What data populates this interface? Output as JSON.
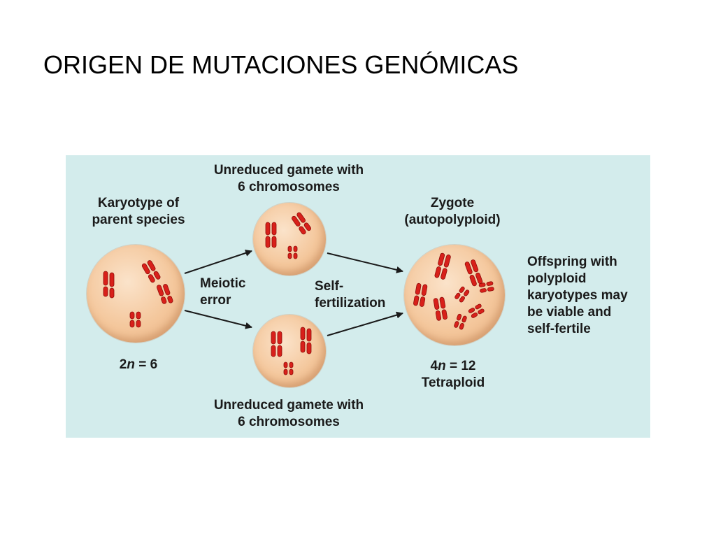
{
  "slide": {
    "title": "ORIGEN DE MUTACIONES GENÓMICAS"
  },
  "figure": {
    "parent_label": [
      "Karyotype of",
      "parent species"
    ],
    "parent_ploidy": {
      "prefix": "2",
      "var": "n",
      "suffix": " = 6"
    },
    "gamete_top_label": [
      "Unreduced gamete with",
      "6 chromosomes"
    ],
    "gamete_bottom_label": [
      "Unreduced gamete with",
      "6 chromosomes"
    ],
    "meiotic_error_label": [
      "Meiotic",
      "error"
    ],
    "self_fertilization_label": [
      "Self-",
      "fertilization"
    ],
    "zygote_label": [
      "Zygote",
      "(autopolyploid)"
    ],
    "zygote_ploidy": {
      "prefix": "4",
      "var": "n",
      "suffix": " = 12"
    },
    "zygote_type": "Tetraploid",
    "offspring_note": [
      "Offspring with",
      "polyploid",
      "karyotypes may",
      "be viable and",
      "self-fertile"
    ]
  },
  "colors": {
    "figure_background": "#d3ecec",
    "chromosome": "#d8201a",
    "chromosome_dark": "#8e0d0a",
    "arrow": "#1a1a1a"
  }
}
